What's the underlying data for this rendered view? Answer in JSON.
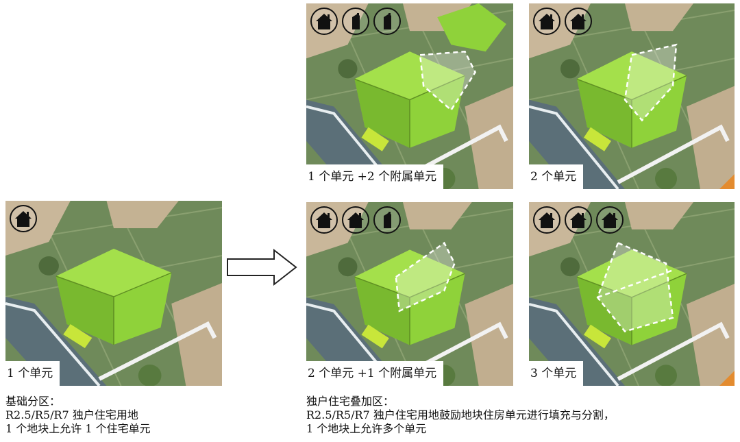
{
  "panels": {
    "base": {
      "label": "1 个单元",
      "icons": [
        "house-full-icon"
      ]
    },
    "top_left": {
      "label": "1 个单元 +2 个附属单元",
      "icons": [
        "house-full-icon",
        "house-half-icon",
        "house-half-icon"
      ]
    },
    "top_right": {
      "label": "2 个单元",
      "icons": [
        "house-full-icon",
        "house-full-icon"
      ]
    },
    "bottom_left": {
      "label": "2 个单元 +1 个附属单元",
      "icons": [
        "house-full-icon",
        "house-full-icon",
        "house-half-icon"
      ]
    },
    "bottom_right": {
      "label": "3 个单元",
      "icons": [
        "house-full-icon",
        "house-full-icon",
        "house-full-icon"
      ]
    }
  },
  "captions": {
    "base": {
      "line1": "基础分区：",
      "line2": "R2.5/R5/R7 独户住宅用地",
      "line3": "1 个地块上允许 1 个住宅单元"
    },
    "overlay": {
      "line1": "独户住宅叠加区：",
      "line2": "R2.5/R5/R7 独户住宅用地鼓励地块住房单元进行填充与分割，",
      "line3": "1 个地块上允许多个单元"
    }
  },
  "colors": {
    "building_green": "#8fd23a",
    "ground": "#6f8a5a",
    "road": "#5b6f78",
    "neighbor_roof": "#c9b79a",
    "accent_orange": "#e38b2f"
  }
}
